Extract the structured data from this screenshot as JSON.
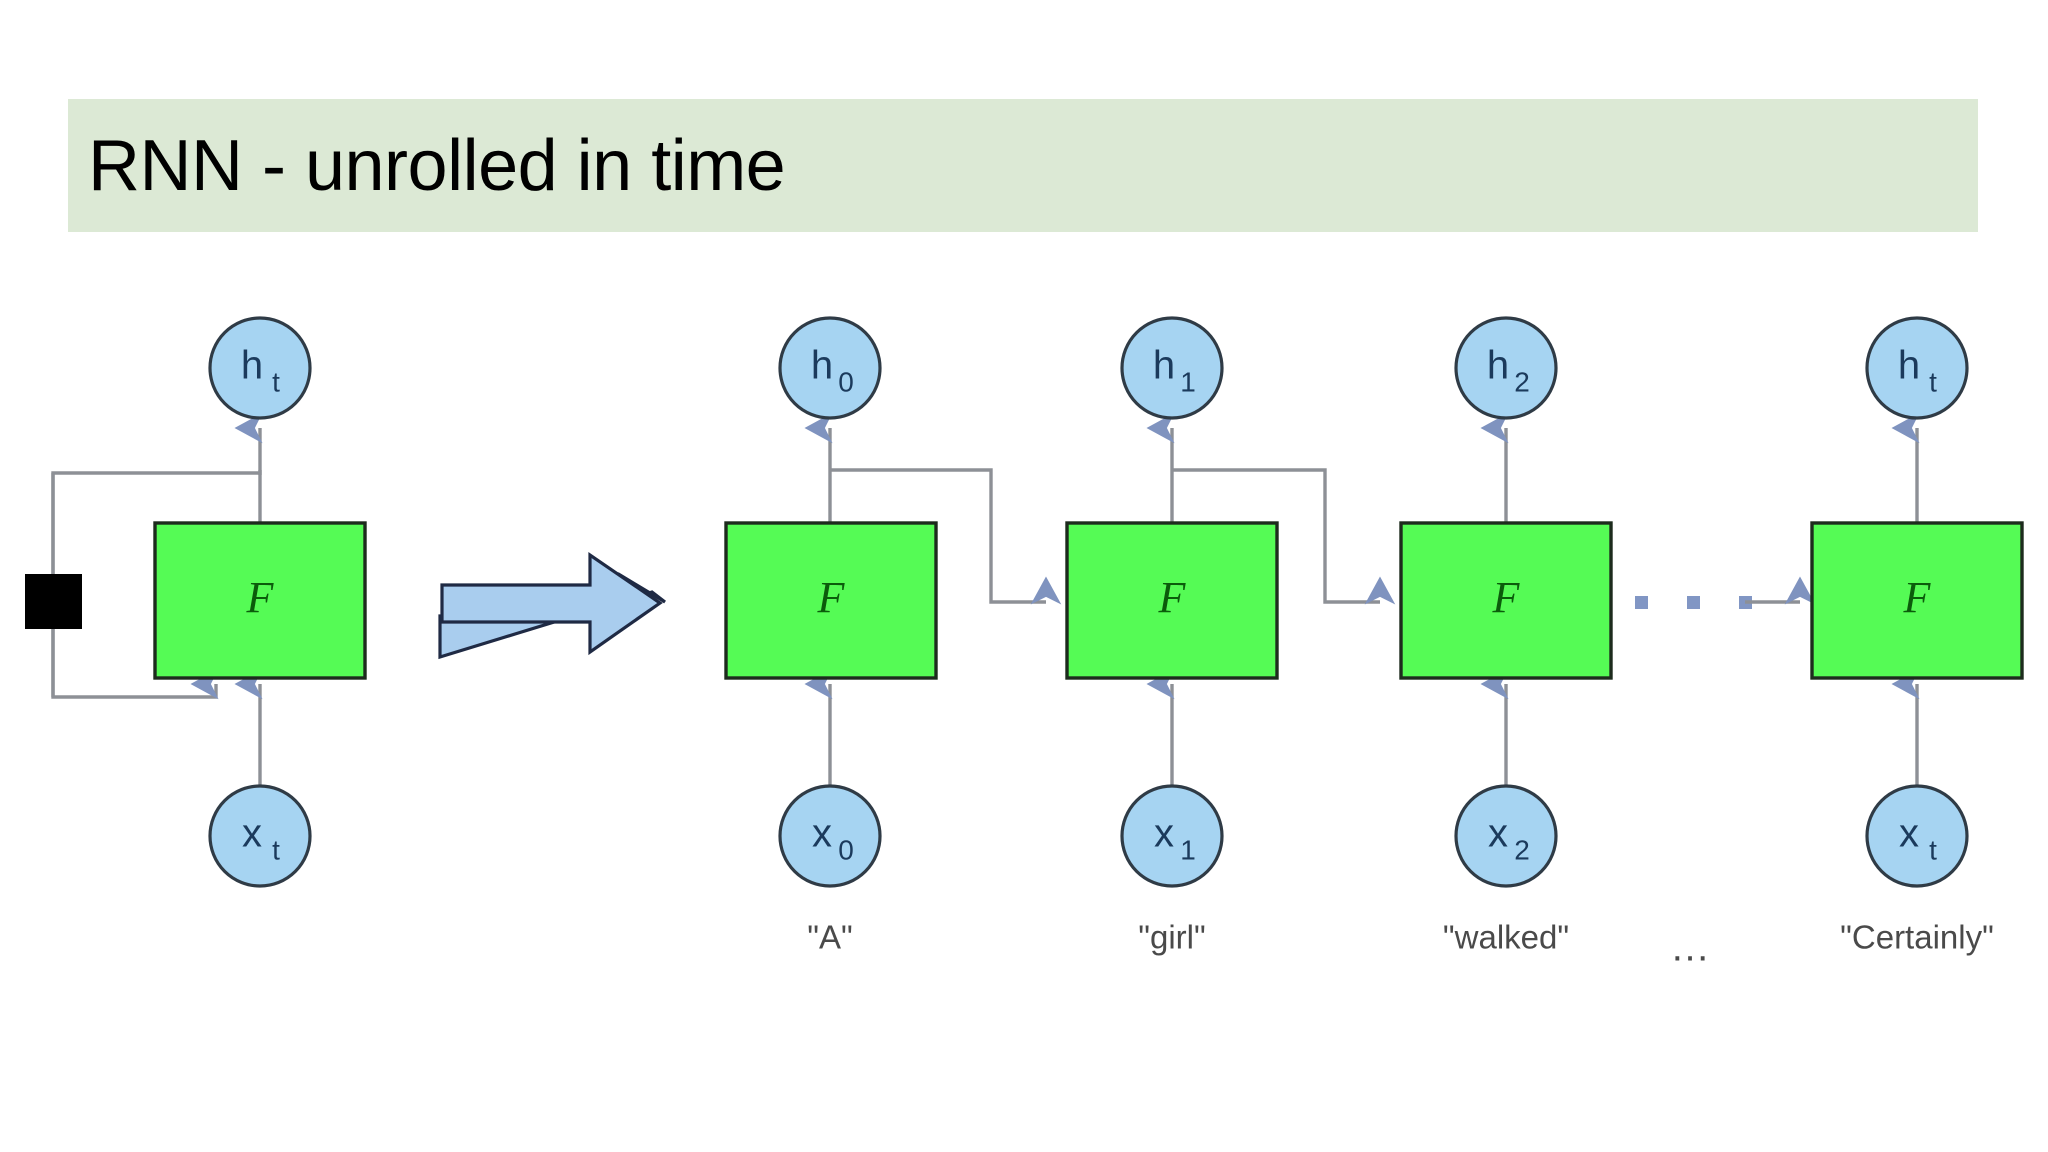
{
  "slide": {
    "title": "RNN - unrolled in time",
    "banner_color": "#dce9d5",
    "background_color": "#ffffff"
  },
  "palette": {
    "cell_fill": "#55fb55",
    "cell_stroke": "#1d2b1d",
    "cell_text": "#0b5c0b",
    "node_fill": "#a6d4f2",
    "node_stroke": "#2f3b46",
    "node_text": "#1b3a5c",
    "wire": "#8d9096",
    "big_arrow_fill": "#a9cdee",
    "big_arrow_stroke": "#1f2a44",
    "delay_fill": "#000000",
    "dot_fill": "#8196c4",
    "word_text": "#4a4a4a"
  },
  "folded_diagram": {
    "name": "folded-rnn",
    "output_node": "h",
    "output_node_sub": "t",
    "cell_label": "F",
    "input_node": "x",
    "input_node_sub": "t",
    "delay_element_name": "unit-delay-block"
  },
  "transition": {
    "arrow_name": "unroll-arrow",
    "direction": "right"
  },
  "unrolled_diagram": {
    "name": "unrolled-rnn",
    "cell_label": "F",
    "ellipsis": "…",
    "dots_count": 3,
    "timesteps": [
      {
        "index": 0,
        "hidden": "h",
        "hidden_sub": "0",
        "input": "x",
        "input_sub": "0",
        "word": "\"A\"",
        "cell_label": "F"
      },
      {
        "index": 1,
        "hidden": "h",
        "hidden_sub": "1",
        "input": "x",
        "input_sub": "1",
        "word": "\"girl\"",
        "cell_label": "F"
      },
      {
        "index": 2,
        "hidden": "h",
        "hidden_sub": "2",
        "input": "x",
        "input_sub": "2",
        "word": "\"walked\"",
        "cell_label": "F"
      },
      {
        "index": 3,
        "hidden": "h",
        "hidden_sub": "t",
        "input": "x",
        "input_sub": "t",
        "word": "\"Certainly\"",
        "cell_label": "F"
      }
    ]
  }
}
